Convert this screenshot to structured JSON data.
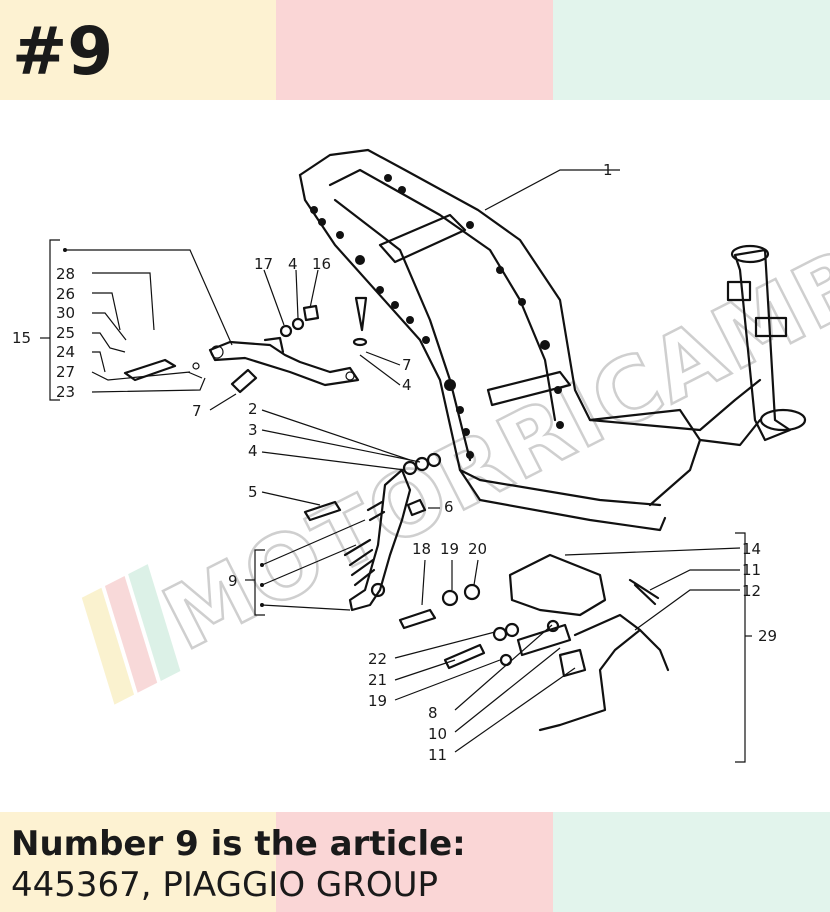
{
  "header": {
    "number": "#9"
  },
  "footer": {
    "title": "Number 9 is the article:",
    "article": "445367, PIAGGIO GROUP"
  },
  "watermark": {
    "text": "MOTORRICAMBI"
  },
  "colors": {
    "band_yellow": "#fdf2d2",
    "band_pink": "#fad6d6",
    "band_green": "#e2f4ec",
    "text": "#1a1a1a"
  },
  "callouts": {
    "n1": "1",
    "n2": "2",
    "n3": "3",
    "n4a": "4",
    "n4b": "4",
    "n4c": "4",
    "n5": "5",
    "n6": "6",
    "n7a": "7",
    "n7b": "7",
    "n8": "8",
    "n9": "9",
    "n10": "10",
    "n11a": "11",
    "n11b": "11",
    "n12": "12",
    "n14": "14",
    "n15": "15",
    "n16": "16",
    "n17": "17",
    "n18": "18",
    "n19a": "19",
    "n19b": "19",
    "n20": "20",
    "n21": "21",
    "n22": "22",
    "n23": "23",
    "n24": "24",
    "n25": "25",
    "n26": "26",
    "n27": "27",
    "n28": "28",
    "n29": "29",
    "n30": "30"
  }
}
